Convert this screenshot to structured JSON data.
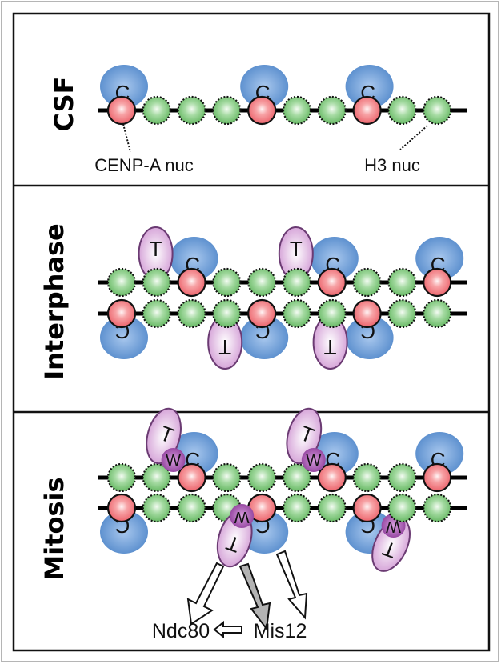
{
  "title": "CENP-A nucleosome / CENP-C / CENP-T / kinetochore assembly across cell-cycle stages",
  "colors": {
    "cenp_a_nuc": "#f2747a",
    "h3_nuc": "#7cc679",
    "cenp_c": "#5b8fcf",
    "cenp_t": "#d7a8d8",
    "w_protein": "#9b4aa6",
    "gray_arrow": "#b3b3b3"
  },
  "panels": [
    {
      "label": "CSF",
      "strands": [
        {
          "beads": [
            "A",
            "H",
            "H",
            "H",
            "A",
            "H",
            "H",
            "A",
            "H",
            "H"
          ],
          "side": "top",
          "binders": [
            {
              "bead": 0,
              "c": true
            },
            {
              "bead": 4,
              "c": true
            },
            {
              "bead": 7,
              "c": true
            }
          ]
        }
      ],
      "annotations": [
        {
          "text": "CENP-A nuc",
          "target_bead": 0
        },
        {
          "text": "H3 nuc",
          "target_bead": 9
        }
      ]
    },
    {
      "label": "Interphase",
      "strands": [
        {
          "beads": [
            "H",
            "H",
            "A",
            "H",
            "H",
            "H",
            "A",
            "H",
            "H",
            "A"
          ],
          "side": "top",
          "binders": [
            {
              "bead": 2,
              "c": true,
              "t": true
            },
            {
              "bead": 6,
              "c": true,
              "t": true
            },
            {
              "bead": 9,
              "c": true
            }
          ]
        },
        {
          "beads": [
            "A",
            "H",
            "H",
            "H",
            "A",
            "H",
            "H",
            "A",
            "H",
            "H"
          ],
          "side": "bottom",
          "binders": [
            {
              "bead": 0,
              "c": true
            },
            {
              "bead": 4,
              "c": true,
              "t": true
            },
            {
              "bead": 7,
              "c": true,
              "t": true
            }
          ]
        }
      ]
    },
    {
      "label": "Mitosis",
      "strands": [
        {
          "beads": [
            "H",
            "H",
            "A",
            "H",
            "H",
            "H",
            "A",
            "H",
            "H",
            "A"
          ],
          "side": "top",
          "binders": [
            {
              "bead": 2,
              "c": true,
              "t": true,
              "w": true
            },
            {
              "bead": 6,
              "c": true,
              "t": true,
              "w": true
            },
            {
              "bead": 9,
              "c": true
            }
          ]
        },
        {
          "beads": [
            "A",
            "H",
            "H",
            "H",
            "A",
            "H",
            "H",
            "A",
            "H",
            "H"
          ],
          "side": "bottom",
          "binders": [
            {
              "bead": 0,
              "c": true
            },
            {
              "bead": 4,
              "c": true,
              "t": true,
              "w": true
            },
            {
              "bead": 7,
              "c": true,
              "t": true,
              "w": true
            }
          ]
        }
      ],
      "pathway": {
        "targets": [
          "Ndc80",
          "Mis12"
        ],
        "arrows": [
          {
            "from": "CENP-T",
            "to": "Ndc80",
            "style": "open"
          },
          {
            "from": "CENP-T",
            "to": "Mis12",
            "style": "gray"
          },
          {
            "from": "CENP-C",
            "to": "Mis12",
            "style": "open"
          },
          {
            "from": "Mis12",
            "to": "Ndc80",
            "style": "open"
          }
        ]
      }
    }
  ],
  "letters": {
    "c": "C",
    "t": "T",
    "w": "W"
  }
}
